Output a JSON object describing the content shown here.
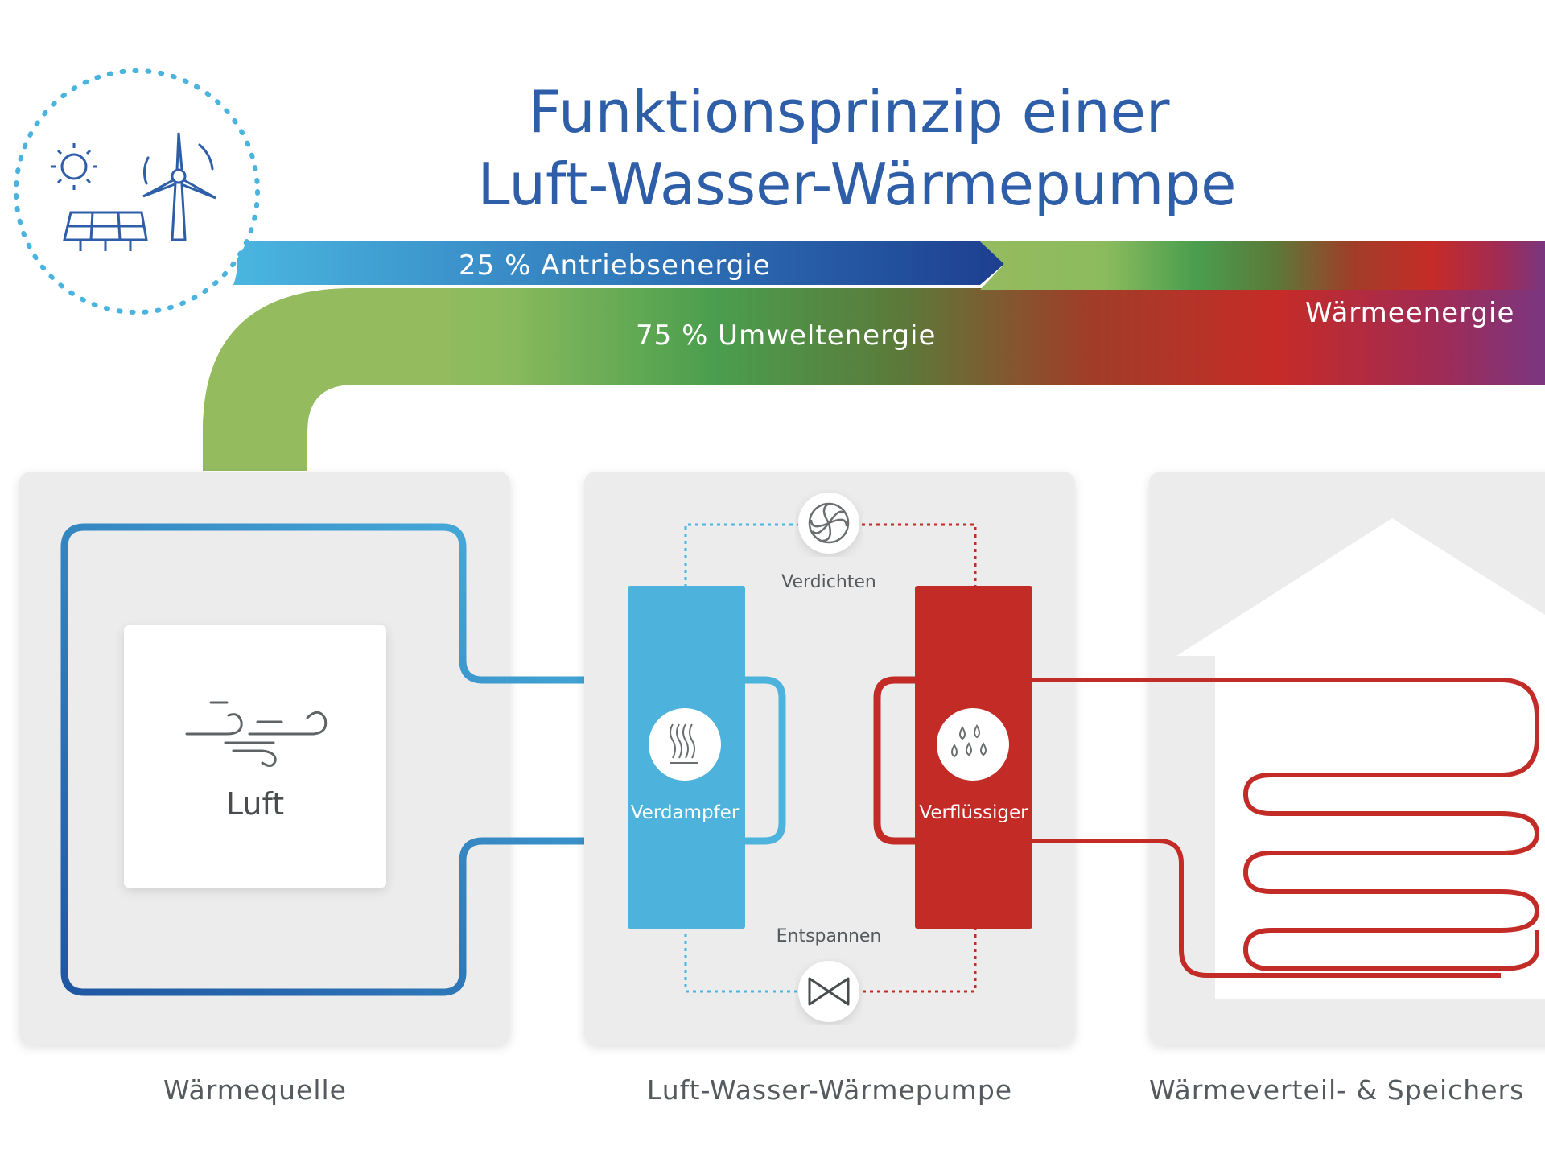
{
  "title": {
    "line1": "Funktionsprinzip einer",
    "line2": "Luft-Wasser-Wärmepumpe"
  },
  "flows": {
    "drive_energy": "25 % Antriebsenergie",
    "environment_energy": "75 % Umweltenergie",
    "heat_energy": "Wärmeenergie"
  },
  "source_panel": {
    "inner_label": "Luft",
    "caption": "Wärmequelle",
    "icon": "wind-icon"
  },
  "pump_panel": {
    "compress_label": "Verdichten",
    "expand_label": "Entspannen",
    "evaporator_label": "Verdampfer",
    "condenser_label": "Verflüssiger",
    "caption": "Luft-Wasser-Wärmepumpe",
    "icons": [
      "compressor-fan-icon",
      "expansion-valve-icon",
      "heat-waves-icon",
      "droplets-icon"
    ]
  },
  "distribution_panel": {
    "caption": "Wärmeverteil- & Speichers",
    "icon": "house-icon"
  },
  "renewables_badge": {
    "icons": [
      "sun-icon",
      "solar-panel-icon",
      "wind-turbine-icon"
    ]
  },
  "colors": {
    "title_blue": "#2f5ea8",
    "cold_blue": "#4db3dd",
    "dark_blue": "#1f4f9c",
    "warm_red": "#c32b27",
    "env_green": "#8fba5a",
    "heat_purple": "#7b3580",
    "panel_gray": "#ececec"
  }
}
